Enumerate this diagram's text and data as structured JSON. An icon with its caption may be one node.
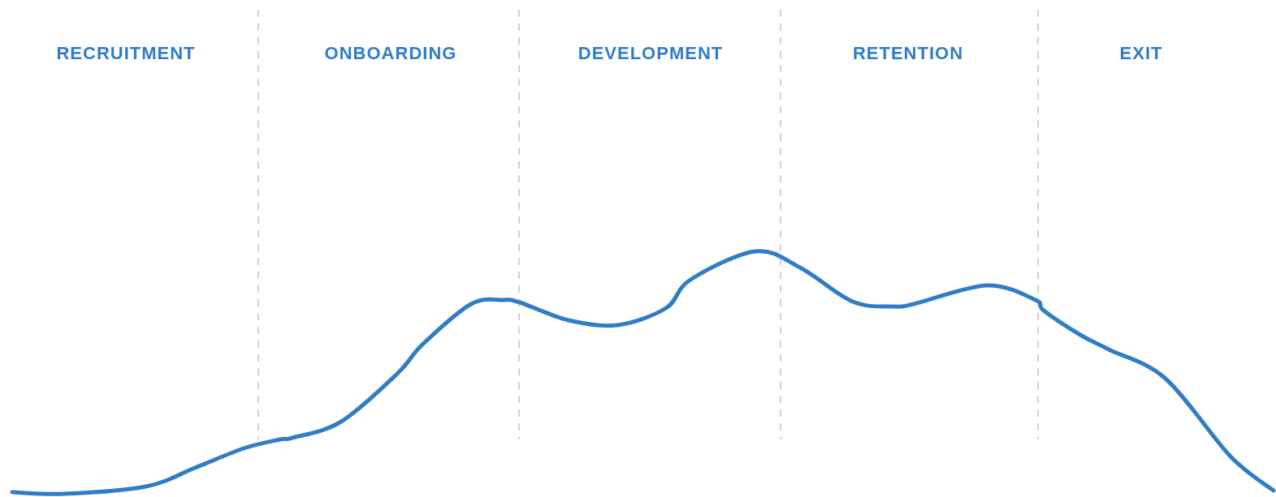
{
  "diagram": {
    "labels": [
      "RECRUITMENT",
      "ONBOARDING",
      "DEVELOPMENT",
      "RETENTION",
      "EXIT"
    ]
  }
}
